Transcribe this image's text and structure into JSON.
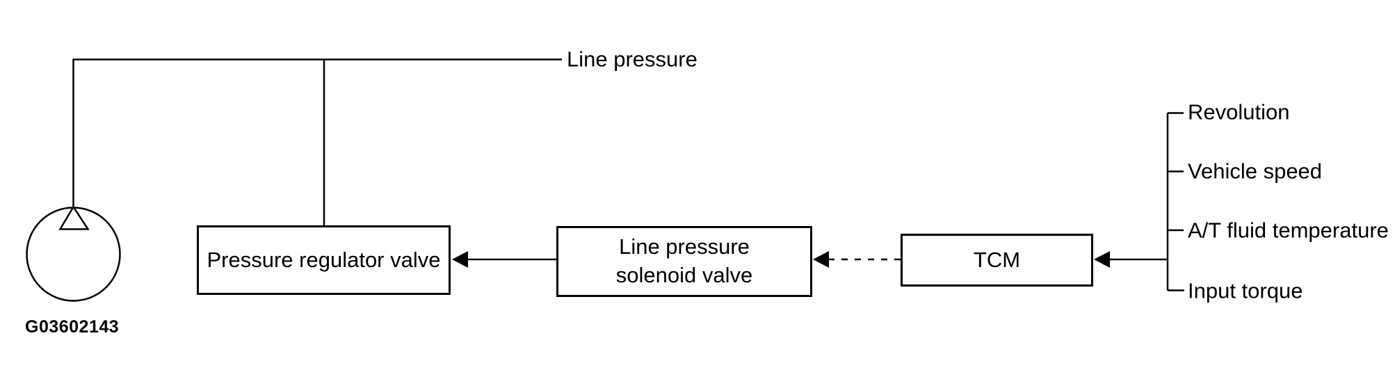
{
  "diagram": {
    "title_label": "Line pressure",
    "figure_code": "G03602143",
    "nodes": {
      "pump_symbol": "oil-pump",
      "pressure_regulator_valve": {
        "label": "Pressure regulator valve"
      },
      "line_pressure_solenoid_valve": {
        "label_line1": "Line pressure",
        "label_line2": "solenoid valve"
      },
      "tcm": {
        "label": "TCM"
      }
    },
    "tcm_inputs": [
      "Revolution",
      "Vehicle speed",
      "A/T fluid temperature",
      "Input torque"
    ],
    "colors": {
      "line": "#000000",
      "background": "#ffffff",
      "text": "#000000"
    }
  }
}
